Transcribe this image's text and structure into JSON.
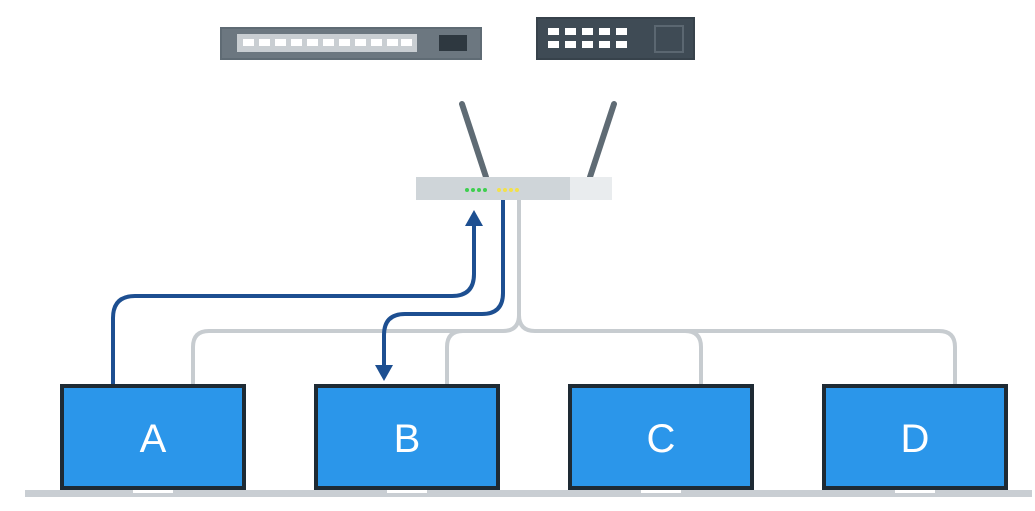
{
  "colors": {
    "background": "#ffffff",
    "screen_blue": "#2b96ea",
    "bezel": "#1e2a34",
    "laptop_base": "#c9ced3",
    "cable_gray": "#c7ccd0",
    "arrow_blue": "#1d4f91",
    "hub_body": "#5f6b74",
    "switch_body": "#37424b",
    "router_body": "#cfd5d9",
    "router_led_green": "#3ecf4f",
    "router_led_yellow": "#f3e14a"
  },
  "devices": {
    "hub": {
      "icon": "network-hub-icon"
    },
    "switch": {
      "icon": "network-switch-icon"
    },
    "router": {
      "icon": "wireless-router-icon"
    }
  },
  "laptops": [
    {
      "label": "A"
    },
    {
      "label": "B"
    },
    {
      "label": "C"
    },
    {
      "label": "D"
    }
  ],
  "flows": [
    {
      "from": "A",
      "to": "router",
      "direction": "up"
    },
    {
      "from": "router",
      "to": "B",
      "direction": "down"
    }
  ]
}
